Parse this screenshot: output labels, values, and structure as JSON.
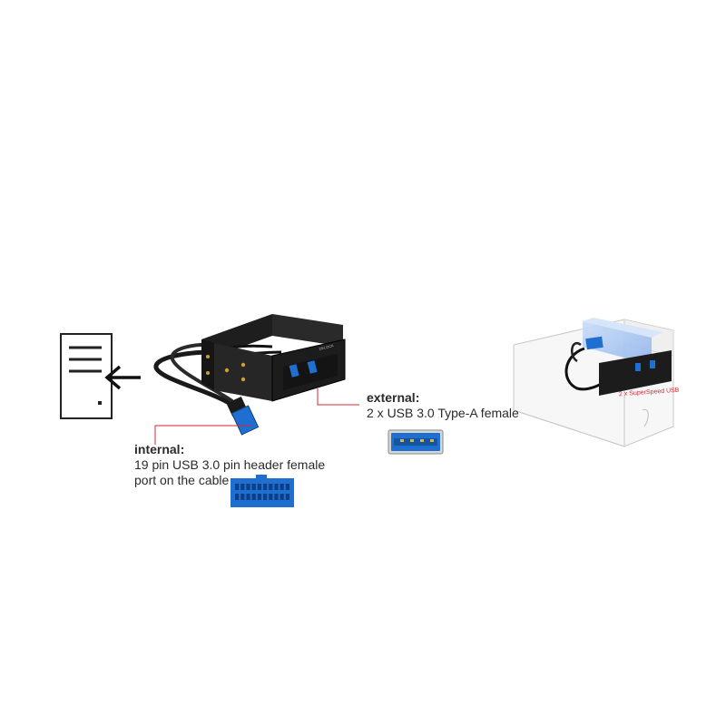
{
  "internal": {
    "heading": "internal:",
    "line1": "19 pin USB 3.0 pin header female",
    "line2": "port on the cable"
  },
  "external": {
    "heading": "external:",
    "line1": "2 x USB 3.0 Type-A female"
  },
  "install_callout": "2 x SuperSpeed USB",
  "colors": {
    "callout_line": "#d42a34",
    "usb_blue": "#1f6fd1",
    "bracket_black": "#1a1a1a",
    "case_blue": "#a9c6f2"
  },
  "icons": [
    "pc-tower-icon",
    "insert-arrow-icon",
    "usb-type-a-port-icon",
    "usb-pin-header-icon"
  ]
}
